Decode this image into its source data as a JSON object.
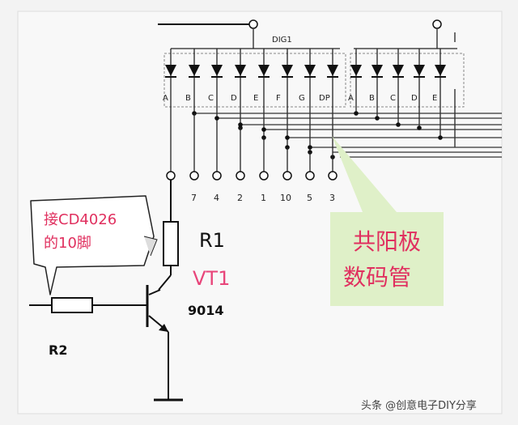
{
  "display": {
    "name": "DIG1",
    "segments": [
      "A",
      "B",
      "C",
      "D",
      "E",
      "F",
      "G",
      "DP"
    ],
    "segments_second": [
      "A",
      "B",
      "C",
      "D",
      "E"
    ],
    "pin_numbers": [
      "7",
      "4",
      "2",
      "1",
      "10",
      "5",
      "3"
    ]
  },
  "components": {
    "r1": "R1",
    "vt1": "VT1",
    "transistor_model": "9014",
    "r2": "R2"
  },
  "callout_pink": {
    "line1": "接CD4026",
    "line2": "的10脚"
  },
  "callout_green": {
    "line1": "共阳极",
    "line2": "数码管"
  },
  "watermark": "头条 @创意电子DIY分享",
  "colors": {
    "accent_pink": "#e0305f",
    "green_bubble": "#dff0c8",
    "background": "#f3f3f3"
  }
}
